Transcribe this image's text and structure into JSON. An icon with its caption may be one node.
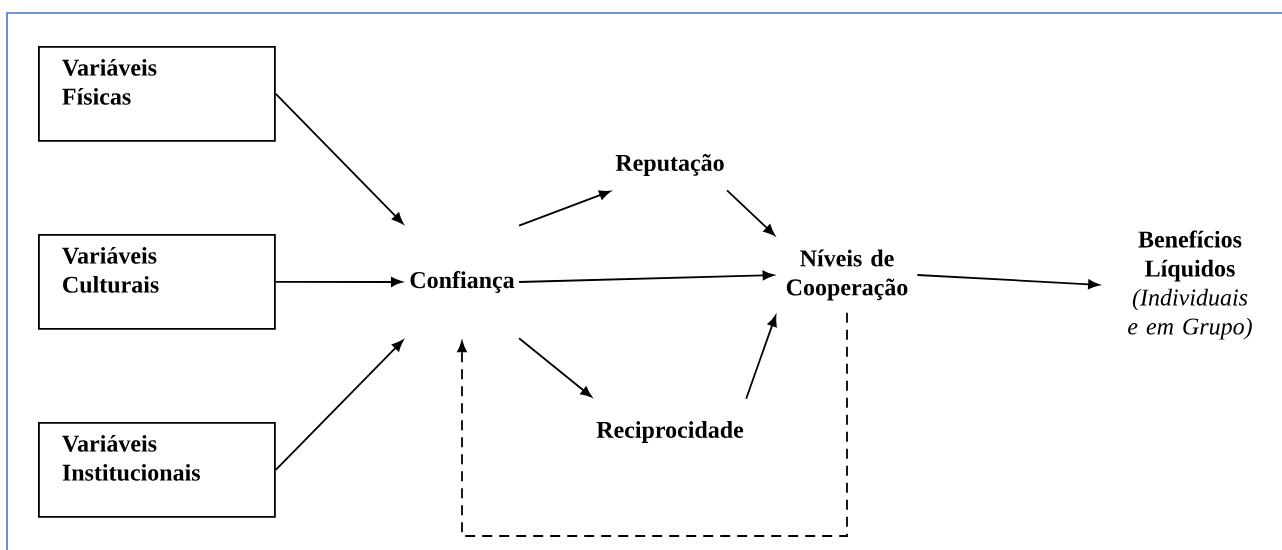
{
  "diagram": {
    "nodes": [
      {
        "text": [
          "Variáveis Físicas"
        ]
      },
      {
        "text": [
          "Variáveis Culturais"
        ]
      },
      {
        "text": [
          "Variáveis Institucionais"
        ]
      },
      {
        "text": [
          "Confiança"
        ]
      },
      {
        "text": [
          "Reputação"
        ]
      },
      {
        "text": [
          "Reciprocidade"
        ]
      },
      {
        "text": [
          "Níveis de Cooperação"
        ]
      },
      {
        "text": [
          "Benefícios Líquidos",
          "(Individuais e em Grupo)"
        ]
      }
    ],
    "edges": [
      {
        "from": 0,
        "to": 3,
        "arrow": "to"
      },
      {
        "from": 1,
        "to": 3,
        "arrow": "to"
      },
      {
        "from": 2,
        "to": 3,
        "arrow": "to"
      },
      {
        "from": 3,
        "to": 4,
        "arrow": "to"
      },
      {
        "from": 3,
        "to": 6,
        "arrow": "to"
      },
      {
        "from": 3,
        "to": 5,
        "arrow": "to"
      },
      {
        "from": 4,
        "to": 6,
        "arrow": "to"
      },
      {
        "from": 5,
        "to": 6,
        "arrow": "to"
      },
      {
        "from": 6,
        "to": 7,
        "arrow": "to"
      },
      {
        "from": 6,
        "to": 3,
        "arrow": "to",
        "style": "dashed"
      }
    ]
  }
}
